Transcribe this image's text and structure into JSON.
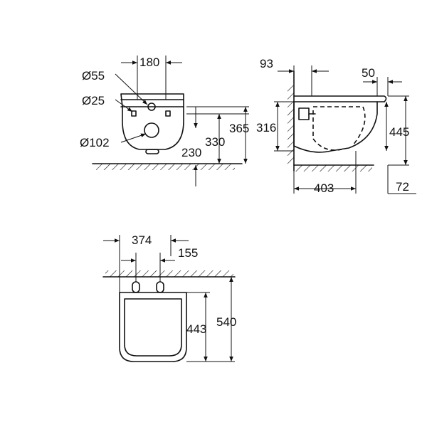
{
  "front_view": {
    "dims": {
      "d55": "Ø55",
      "d25": "Ø25",
      "d102": "Ø102",
      "w180": "180",
      "h365": "365",
      "h330": "330",
      "h230": "230"
    }
  },
  "side_view": {
    "dims": {
      "d93": "93",
      "d50": "50",
      "h316": "316",
      "h445": "445",
      "d403": "403",
      "d72": "72"
    }
  },
  "top_view": {
    "dims": {
      "d374": "374",
      "d155": "155",
      "h443": "443",
      "h540": "540"
    }
  },
  "colors": {
    "line": "#111111",
    "background": "#ffffff"
  }
}
